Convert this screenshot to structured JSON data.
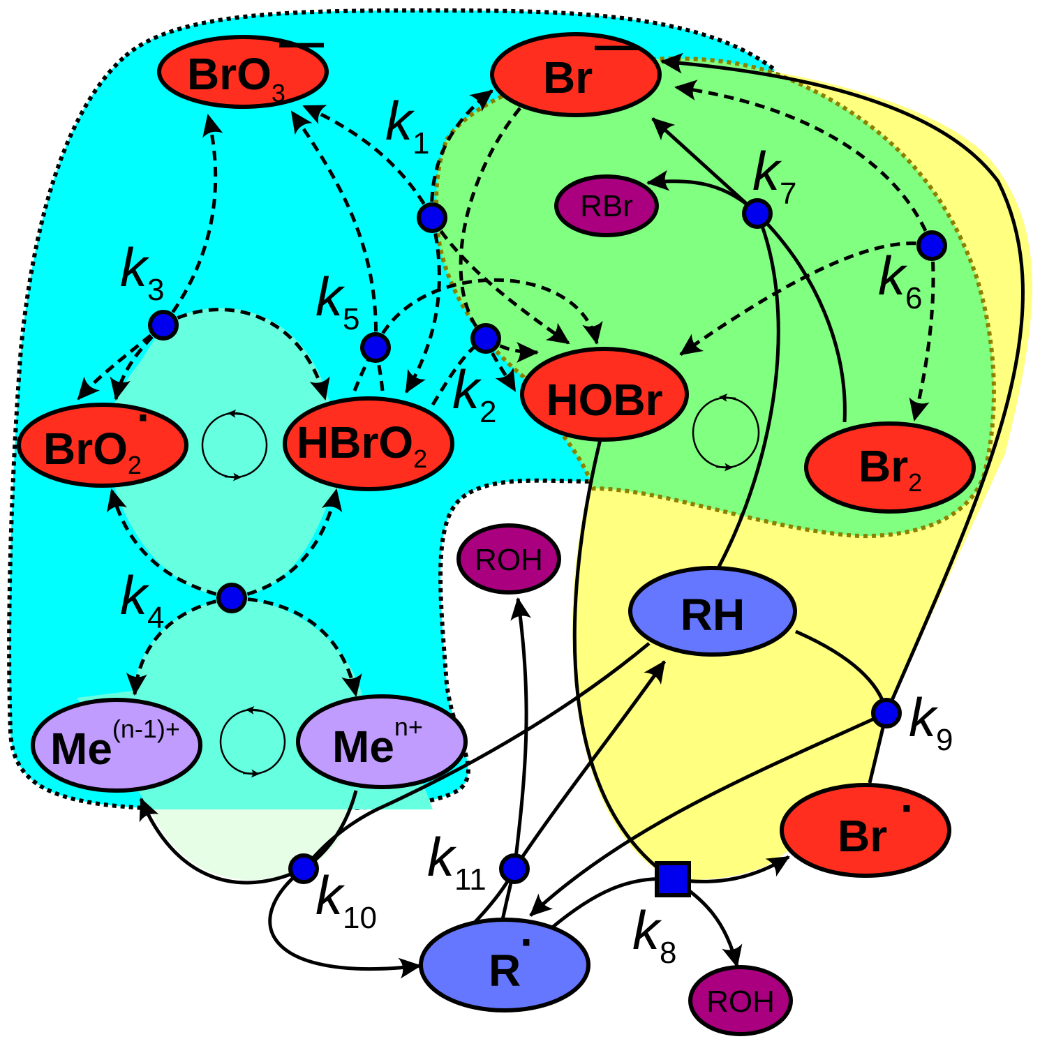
{
  "colors": {
    "outer_region": "#00ffff",
    "inner_cycle_region": "#66ffe0",
    "green_region": "#80ff80",
    "yellow_region": "#ffff80",
    "pale_region": "#e6fde6",
    "oxidized_species": "#ff2e1f",
    "product_species": "#aa0080",
    "organic_species": "#6677ff",
    "metal_species": "#c09cff",
    "rate_node": "#0000ee"
  },
  "species": {
    "bro3": {
      "base": "BrO",
      "sub": "3",
      "sup": "—"
    },
    "br_minus": {
      "base": "Br",
      "sup": "—"
    },
    "rbr": {
      "base": "RBr"
    },
    "bro2_radical": {
      "base": "BrO",
      "sub": "2",
      "sup": "·"
    },
    "hbro2": {
      "base": "HBrO",
      "sub": "2"
    },
    "hobr": {
      "base": "HOBr"
    },
    "br2": {
      "base": "Br",
      "sub": "2"
    },
    "roh_top": {
      "base": "ROH"
    },
    "rh": {
      "base": "RH"
    },
    "me_reduced": {
      "base": "Me",
      "sup": "(n-1)+"
    },
    "me_oxidized": {
      "base": "Me",
      "sup": "n+"
    },
    "br_radical": {
      "base": "Br",
      "sup": "·"
    },
    "r_radical": {
      "base": "R",
      "sup": "·"
    },
    "roh_bottom": {
      "base": "ROH"
    }
  },
  "rates": {
    "k1": {
      "base": "k",
      "sub": "1"
    },
    "k2": {
      "base": "k",
      "sub": "2"
    },
    "k3": {
      "base": "k",
      "sub": "3"
    },
    "k4": {
      "base": "k",
      "sub": "4"
    },
    "k5": {
      "base": "k",
      "sub": "5"
    },
    "k6": {
      "base": "k",
      "sub": "6"
    },
    "k7": {
      "base": "k",
      "sub": "7"
    },
    "k8": {
      "base": "k",
      "sub": "8"
    },
    "k9": {
      "base": "k",
      "sub": "9"
    },
    "k10": {
      "base": "k",
      "sub": "10"
    },
    "k11": {
      "base": "k",
      "sub": "11"
    }
  }
}
